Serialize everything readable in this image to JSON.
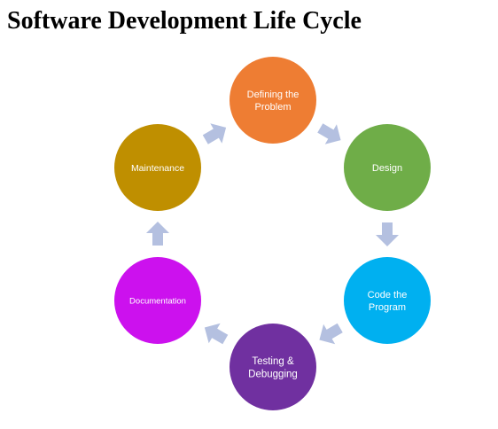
{
  "title": "Software Development Life Cycle",
  "arrow_color": "#b4c0e0",
  "stages": [
    {
      "id": "defining",
      "lines": [
        "Defining the",
        "Problem"
      ],
      "color": "#ee7d33"
    },
    {
      "id": "design",
      "lines": [
        "Design"
      ],
      "color": "#6fad48"
    },
    {
      "id": "code",
      "lines": [
        "Code the",
        "Program"
      ],
      "color": "#00b0f0"
    },
    {
      "id": "testing",
      "lines": [
        "Testing &",
        "Debugging"
      ],
      "color": "#7030a0"
    },
    {
      "id": "documentation",
      "lines": [
        "Documentation"
      ],
      "color": "#cc11ee"
    },
    {
      "id": "maintenance",
      "lines": [
        "Maintenance"
      ],
      "color": "#bf8f00"
    }
  ]
}
